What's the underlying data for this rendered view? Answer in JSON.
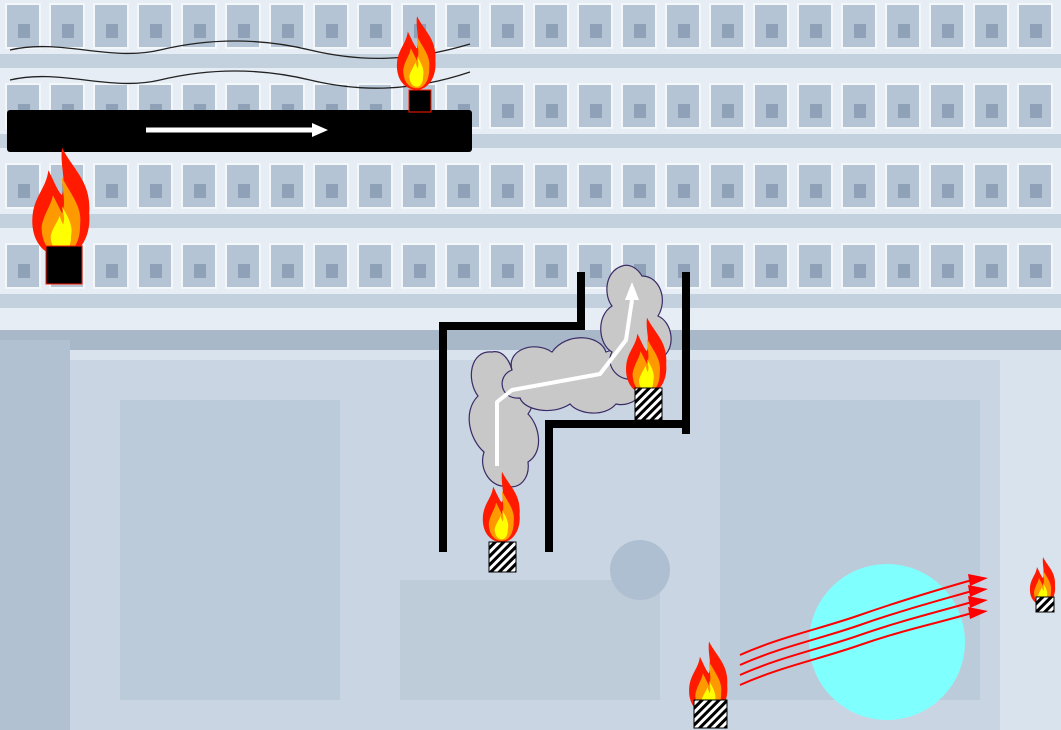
{
  "colors": {
    "background": "#d9e3ee",
    "building_light": "#eef3f8",
    "building_mid": "#c7d4e2",
    "building_dark": "#a9b8c9",
    "window": "#8fa1b6",
    "flame_outer": "#ff1a00",
    "flame_mid": "#ff9900",
    "flame_inner": "#ffff00",
    "fuel_block": "#000000",
    "smoke": "#c8c8c8",
    "wall": "#000000",
    "radiation_rays": "#ff0000",
    "transparent_sphere": "#80ffff",
    "arrow": "#ffffff"
  },
  "panels": {
    "conduction": {
      "icons": [
        "flame-icon",
        "flame-icon"
      ],
      "heat_bar": "black-bar",
      "direction_arrow": "right-arrow-icon"
    },
    "convection": {
      "icons": [
        "flame-icon",
        "flame-icon",
        "smoke-cloud"
      ],
      "direction_arrow": "up-arrow-icon"
    },
    "radiation": {
      "icons": [
        "flame-icon",
        "flame-icon",
        "sphere"
      ],
      "ray_count": 4
    }
  }
}
